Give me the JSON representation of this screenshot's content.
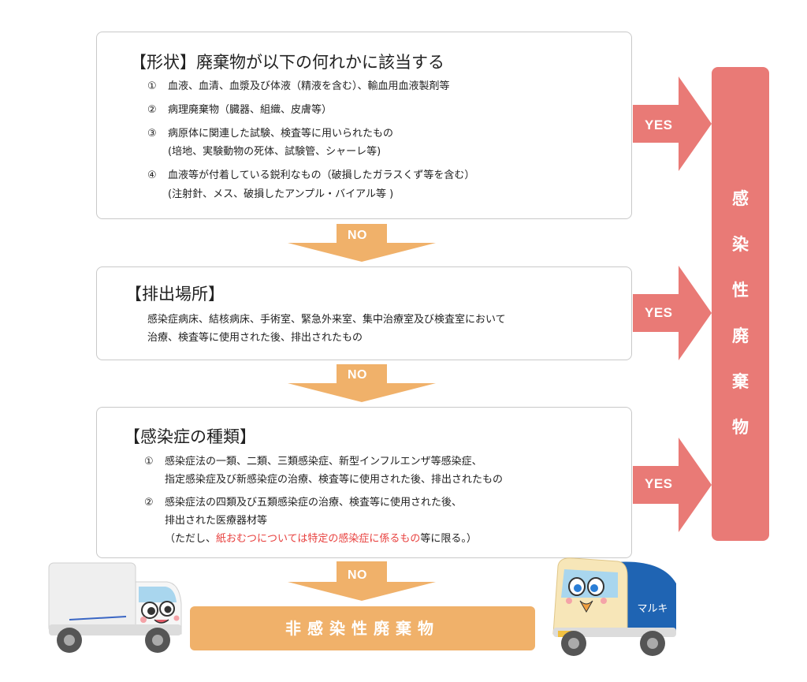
{
  "box1": {
    "title": "【形状】廃棄物が以下の何れかに該当する",
    "items": [
      {
        "num": "①",
        "text": "血液、血清、血漿及び体液（精液を含む）、輸血用血液製剤等"
      },
      {
        "num": "②",
        "text": "病理廃棄物（臓器、組織、皮膚等）"
      },
      {
        "num": "③",
        "text": "病原体に関連した試験、検査等に用いられたもの"
      },
      {
        "num": "",
        "text": "(培地、実験動物の死体、試験管、シャーレ等)"
      },
      {
        "num": "④",
        "text": "血液等が付着している鋭利なもの（破損したガラスくず等を含む）"
      },
      {
        "num": "",
        "text": "(注射針、メス、破損したアンプル・バイアル等 )"
      }
    ]
  },
  "box2": {
    "title": "【排出場所】",
    "lines": [
      "感染症病床、結核病床、手術室、緊急外来室、集中治療室及び検査室において",
      "治療、検査等に使用された後、排出されたもの"
    ]
  },
  "box3": {
    "title": "【感染症の種類】",
    "items": [
      {
        "num": "①",
        "text": "感染症法の一類、二類、三類感染症、新型インフルエンザ等感染症、"
      },
      {
        "num": "",
        "text": "指定感染症及び新感染症の治療、検査等に使用された後、排出されたもの"
      },
      {
        "num": "②",
        "text": "感染症法の四類及び五類感染症の治療、検査等に使用された後、"
      },
      {
        "num": "",
        "text": "排出された医療器材等"
      }
    ],
    "note_before": "（ただし、",
    "note_highlight": "紙おむつについては特定の感染症に係るもの",
    "note_after": "等に限る。）"
  },
  "labels": {
    "yes": "YES",
    "no": "NO"
  },
  "result_yes": [
    "感",
    "染",
    "性",
    "廃",
    "棄",
    "物"
  ],
  "result_no": "非感染性廃棄物",
  "truck_logo": "マルキ",
  "colors": {
    "yes_red": "#e97a76",
    "no_orange": "#f0b16a",
    "highlight_red": "#e8413f",
    "box_border": "#c9c9c9"
  }
}
